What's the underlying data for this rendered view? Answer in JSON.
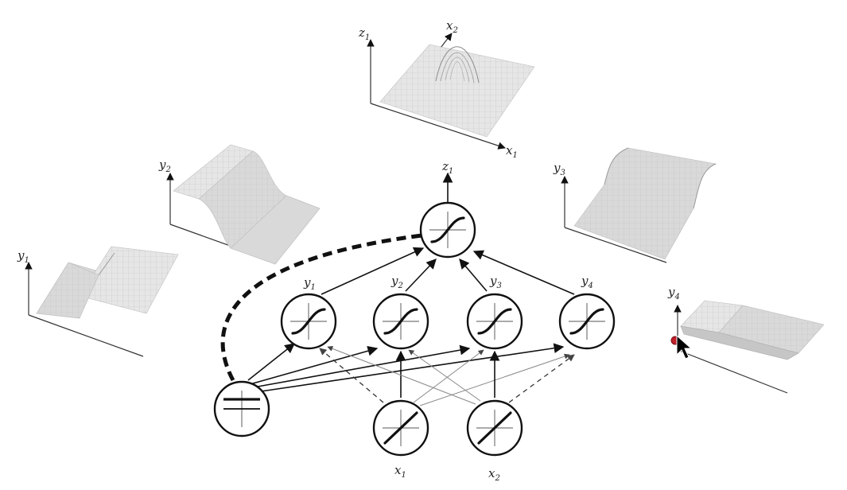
{
  "plots": {
    "top": {
      "axis_vertical": "z",
      "axis_vertical_sub": "1",
      "axis_right": "x",
      "axis_right_sub": "1",
      "axis_back": "x",
      "axis_back_sub": "2"
    },
    "y2": {
      "label": "y",
      "sub": "2"
    },
    "y1": {
      "label": "y",
      "sub": "1"
    },
    "y3": {
      "label": "y",
      "sub": "3"
    },
    "y4": {
      "label": "y",
      "sub": "4"
    }
  },
  "network": {
    "output": {
      "label": "z",
      "sub": "1"
    },
    "hidden": [
      {
        "label": "y",
        "sub": "1"
      },
      {
        "label": "y",
        "sub": "2"
      },
      {
        "label": "y",
        "sub": "3"
      },
      {
        "label": "y",
        "sub": "4"
      }
    ],
    "inputs": [
      {
        "label": "x",
        "sub": "1"
      },
      {
        "label": "x",
        "sub": "2"
      }
    ]
  },
  "icons": {
    "cursor": "mouse-pointer-icon",
    "pointer_dot": "red-dot-icon"
  },
  "colors": {
    "pointer_dot": "#c0202a",
    "node_stroke": "#111111",
    "surface": "#d9d9d9"
  }
}
